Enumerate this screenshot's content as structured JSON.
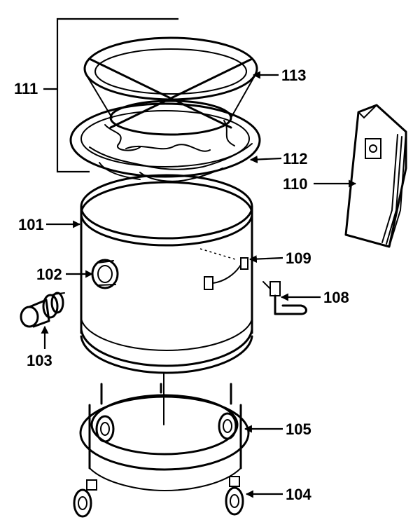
{
  "callouts": {
    "c101": "101",
    "c102": "102",
    "c103": "103",
    "c104": "104",
    "c105": "105",
    "c108": "108",
    "c109": "109",
    "c110": "110",
    "c111": "111",
    "c112": "112",
    "c113": "113"
  },
  "colors": {
    "ink": "#000000",
    "paper": "#ffffff"
  }
}
